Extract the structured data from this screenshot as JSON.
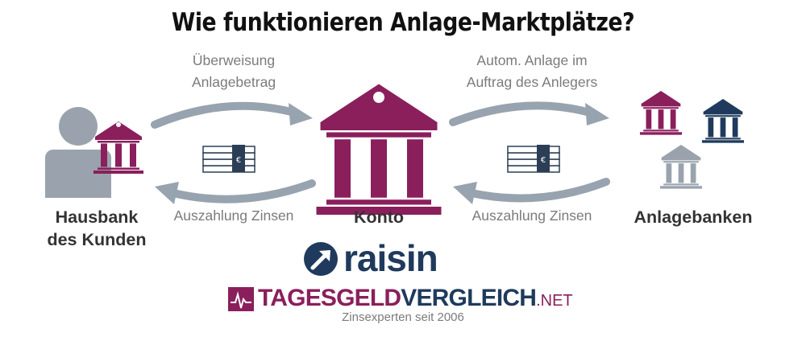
{
  "title": "Wie funktionieren Anlage-Marktplätze?",
  "arrows": {
    "top_left_line1": "Überweisung",
    "top_left_line2": "Anlagebetrag",
    "top_right_line1": "Autom. Anlage im",
    "top_right_line2": "Auftrag des Anlegers",
    "bottom_left": "Auszahlung Zinsen",
    "bottom_right": "Auszahlung Zinsen"
  },
  "nodes": {
    "hausbank_line1": "Hausbank",
    "hausbank_line2": "des Kunden",
    "konto": "Konto",
    "anlagebanken": "Anlagebanken"
  },
  "logo": {
    "raisin": "raisin",
    "tgv_part1": "TAGESGELD",
    "tgv_part2": "VERGLEICH",
    "tgv_part3": ".NET",
    "tagline": "Zinsexperten seit 2006"
  },
  "colors": {
    "purple": "#8a1f5c",
    "navy": "#1f3a5c",
    "gray": "#9aa3ad",
    "arrow": "#98a3b0"
  }
}
